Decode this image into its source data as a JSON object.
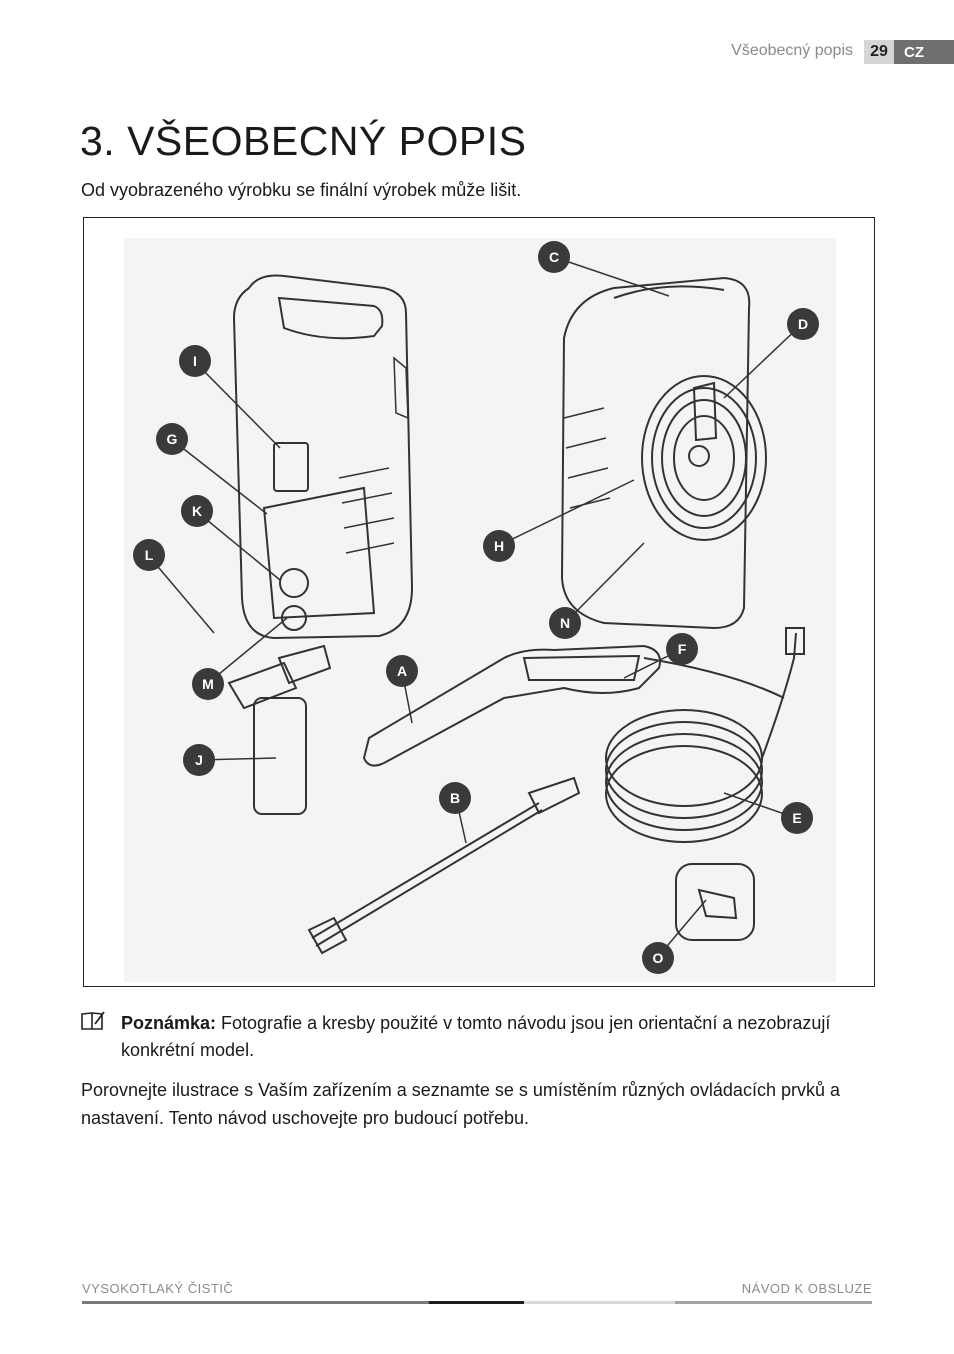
{
  "header": {
    "section": "Všeobecný popis",
    "page_number": "29",
    "language": "CZ"
  },
  "title": "3. VŠEOBECNÝ POPIS",
  "subtitle": "Od vyobrazeného výrobku se finální výrobek může lišit.",
  "figure": {
    "callouts": [
      "I",
      "G",
      "K",
      "L",
      "M",
      "J",
      "C",
      "D",
      "H",
      "N",
      "A",
      "F",
      "B",
      "E",
      "O"
    ]
  },
  "note": {
    "icon": "note-book-icon",
    "label": "Poznámka:",
    "text": " Fotografie a kresby použité v tomto návodu jsou jen orientační a nezobrazují konkrétní model."
  },
  "paragraph": "Porovnejte ilustrace s Vaším zařízením a seznamte se s umístěním různých ovládacích prvků a nastavení. Tento návod uschovejte pro budoucí potřebu.",
  "footer": {
    "left": "VYSOKOTLAKÝ ČISTIČ",
    "right": "NÁVOD K OBSLUZE",
    "rule_colors": [
      "#7a7a7a",
      "#1e1e1e",
      "#d9d9d9",
      "#a3a3a3"
    ]
  }
}
